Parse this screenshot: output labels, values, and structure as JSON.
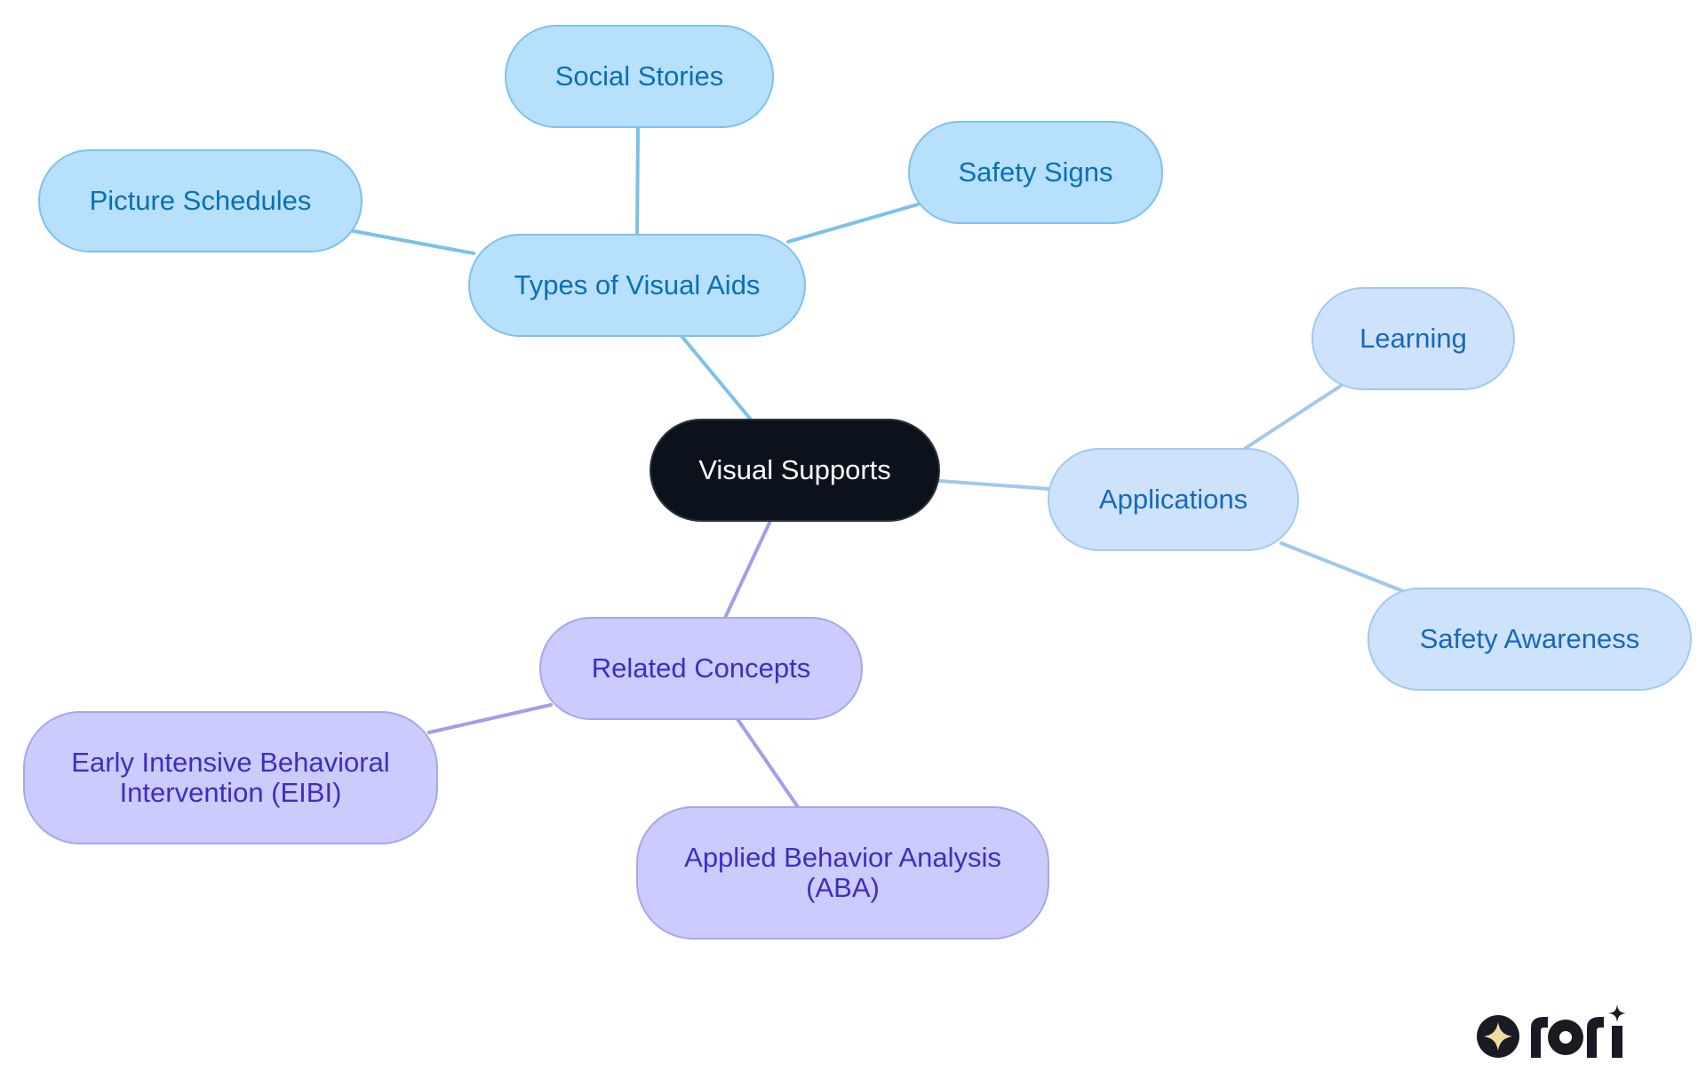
{
  "diagram": {
    "type": "mind-map",
    "root": {
      "label": "Visual Supports",
      "fill": "#0b121b",
      "text_color": "#ffffff",
      "border": "#2a3340"
    },
    "branches": [
      {
        "id": "types",
        "label": "Types of Visual Aids",
        "fill": "#b7e0fd",
        "border": "#7fc0ec",
        "text_color": "#0a6fb8",
        "edge_color": "#7dc0ea",
        "children": [
          {
            "id": "social",
            "label": "Social Stories"
          },
          {
            "id": "picture",
            "label": "Picture Schedules"
          },
          {
            "id": "safety-signs",
            "label": "Safety Signs"
          }
        ]
      },
      {
        "id": "applications",
        "label": "Applications",
        "fill": "#cde3fb",
        "border": "#a3c8f0",
        "text_color": "#1668c0",
        "edge_color": "#a0c7ee",
        "children": [
          {
            "id": "learning",
            "label": "Learning"
          },
          {
            "id": "safety-awareness",
            "label": "Safety Awareness"
          }
        ]
      },
      {
        "id": "related",
        "label": "Related Concepts",
        "fill": "#cbcbfd",
        "border": "#a6a6ef",
        "text_color": "#3b2fc4",
        "edge_color": "#a19fea",
        "children": [
          {
            "id": "eibi",
            "label": "Early Intensive Behavioral\nIntervention (EIBI)"
          },
          {
            "id": "aba",
            "label": "Applied Behavior Analysis\n(ABA)"
          }
        ]
      }
    ]
  },
  "logo": {
    "text": "rori",
    "color": "#1a1a24",
    "star_color": "#f3d9a2",
    "icon": "sparkle-icon"
  }
}
